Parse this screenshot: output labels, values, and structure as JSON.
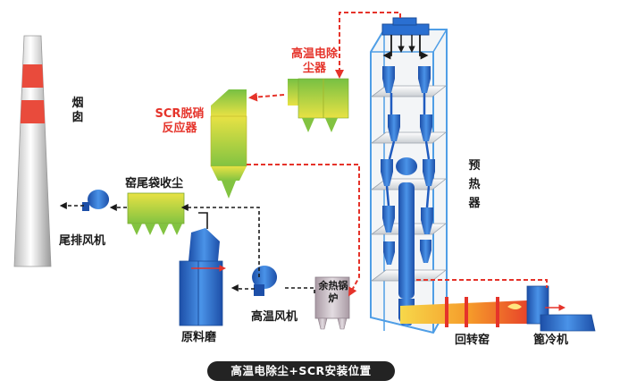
{
  "labels": {
    "chimney": "烟囱",
    "esp": "高温电除尘器",
    "scr": "SCR脱硝反应器",
    "baghouse": "窑尾袋收尘",
    "exhaust_fan": "尾排风机",
    "preheater": "预热器",
    "raw_mill": "原料磨",
    "hot_fan": "高温风机",
    "whb": "余热锅炉",
    "kiln": "回转窑",
    "cooler": "篦冷机"
  },
  "caption": "高温电除尘+SCR安装位置",
  "colors": {
    "flue_line": "#e5332a",
    "normal_line": "#1a1a1a",
    "equipment_blue": "#2a6fd1",
    "equipment_green": "#8cc63f",
    "equipment_yellow": "#e6e04a",
    "chimney_band": "#e94b3c"
  }
}
